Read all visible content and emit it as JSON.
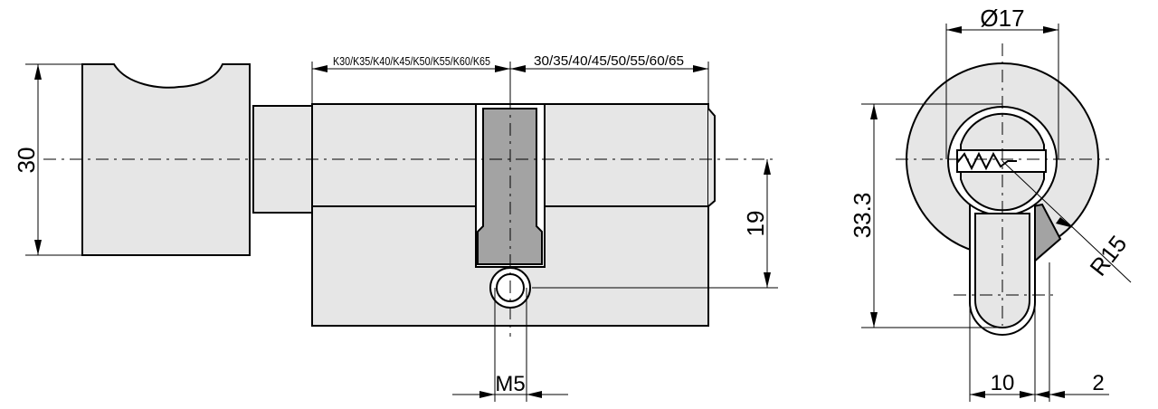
{
  "drawing": {
    "dim_knob_height": "30",
    "dim_knob_side_length": "K30/K35/K40/K45/K50/K55/K60/K65",
    "dim_key_side_length": "30/35/40/45/50/55/60/65",
    "dim_cam_offset": "19",
    "dim_screw_thread": "M5",
    "dim_profile_diameter": "Ø17",
    "dim_profile_height": "33.3",
    "dim_radius": "R15",
    "dim_profile_width": "10",
    "dim_cam_projection": "2"
  }
}
